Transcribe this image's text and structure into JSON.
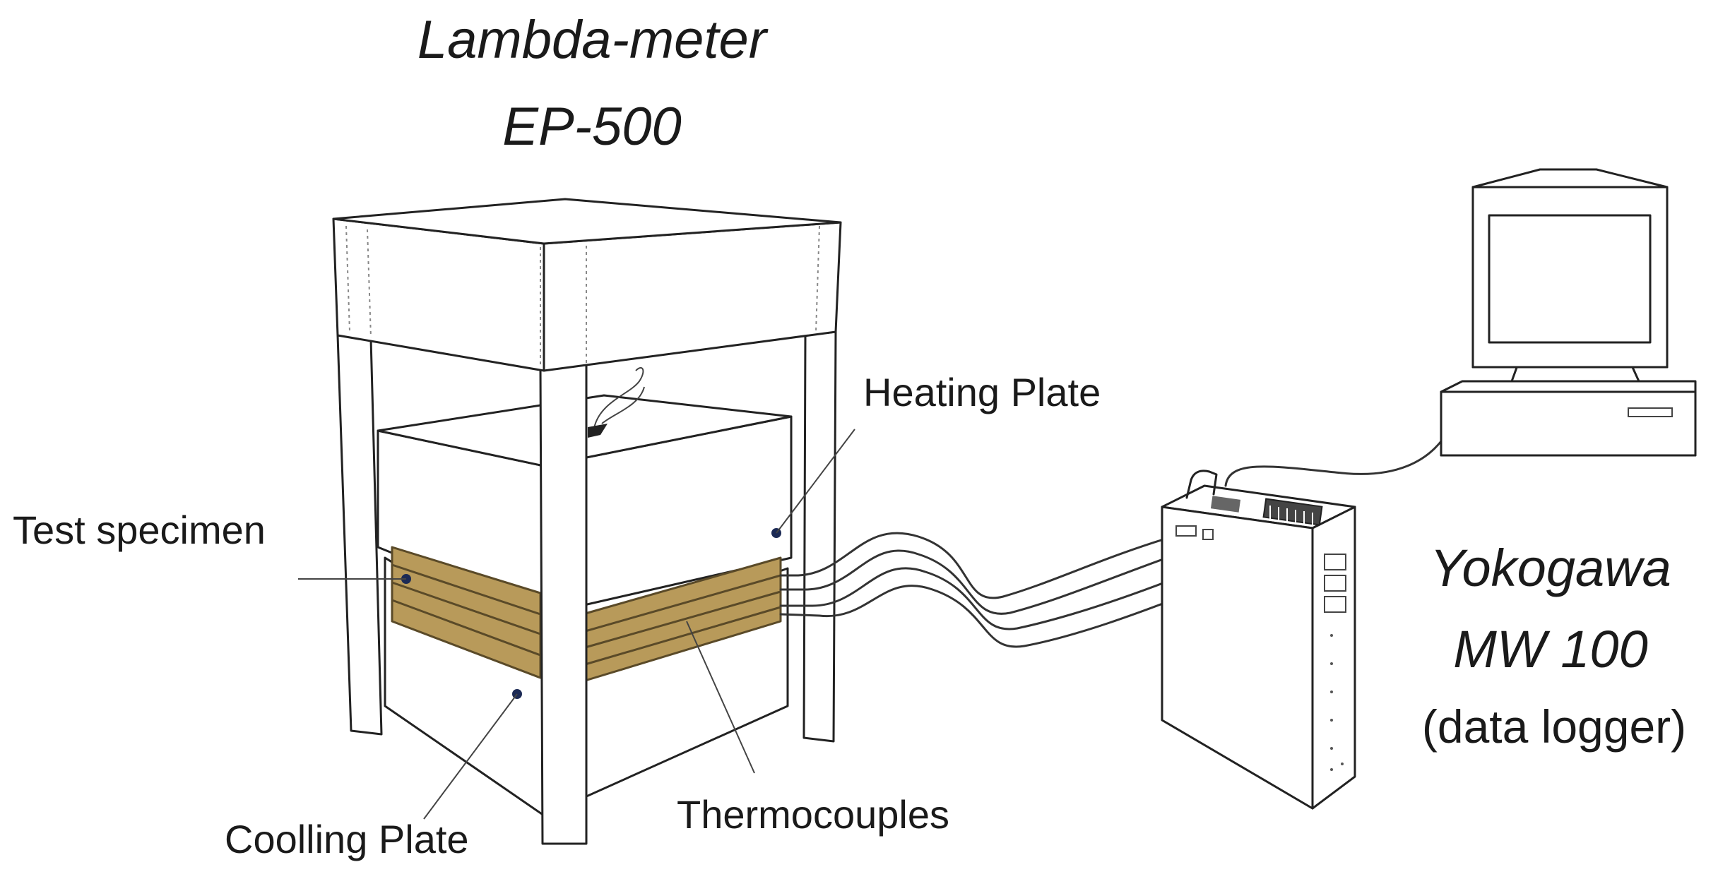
{
  "title": {
    "line1": "Lambda-meter",
    "line2": "EP-500"
  },
  "labels": {
    "heating_plate": "Heating Plate",
    "test_specimen": "Test specimen",
    "cooling_plate": "Coolling Plate",
    "thermocouples": "Thermocouples"
  },
  "data_logger": {
    "line1": "Yokogawa",
    "line2": "MW 100",
    "line3": "(data logger)"
  },
  "colors": {
    "specimen_fill": "#b89a5a",
    "specimen_stripe": "#8f7642",
    "line": "#222222",
    "dot": "#1c2a55"
  }
}
